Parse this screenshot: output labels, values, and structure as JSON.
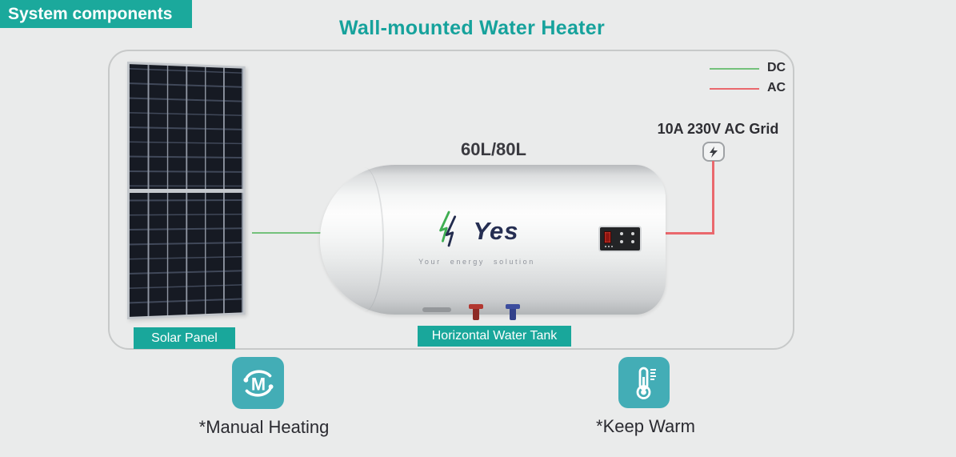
{
  "badge": {
    "label": "System components"
  },
  "title": "Wall-mounted Water Heater",
  "legend": {
    "items": [
      {
        "label": "DC",
        "color": "#74c17b"
      },
      {
        "label": "AC",
        "color": "#ea686d"
      }
    ]
  },
  "grid": {
    "label": "10A 230V AC Grid",
    "icon": "lightning-bolt"
  },
  "solar_panel": {
    "label": "Solar Panel"
  },
  "tank": {
    "capacity": "60L/80L",
    "label": "Horizontal Water Tank",
    "brand": "Yes",
    "tagline": "Your energy solution"
  },
  "features": [
    {
      "icon": "manual-heating",
      "label": "*Manual Heating"
    },
    {
      "icon": "keep-warm",
      "label": "*Keep Warm"
    }
  ],
  "colors": {
    "teal_badge": "#19a79b",
    "teal_icon": "#43adb6",
    "title_teal": "#16a29c"
  }
}
